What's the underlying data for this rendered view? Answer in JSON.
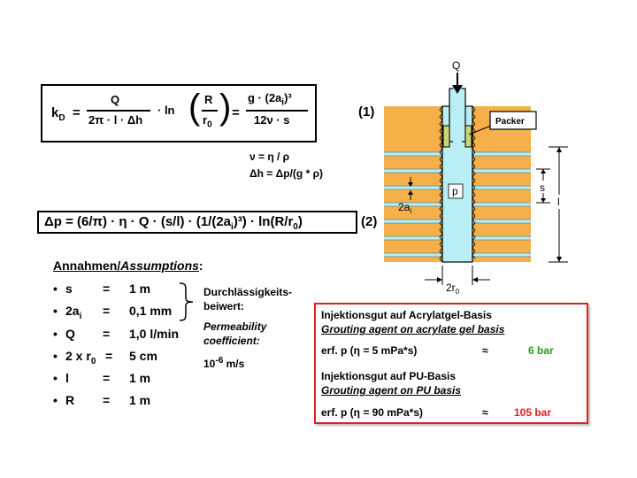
{
  "formula1": {
    "lhs": "k",
    "lhs_sub": "D",
    "eq1": "=",
    "num1": "Q",
    "den1": "2π · l · Δh",
    "ln_text": "· ln",
    "ln_num": "R",
    "ln_den": "r",
    "ln_den_sub": "0",
    "eq2": "=",
    "num2_a": "g · (2a",
    "num2_sub": "i",
    "num2_b": ")³",
    "den2": "12ν · s",
    "label": "(1)"
  },
  "relations": {
    "nu": "ν = η / ρ",
    "dh": "Δh = Δp/(g * ρ)"
  },
  "formula2": {
    "a": "Δp = (6/π) · η · Q · (s/l) · (1/(2a",
    "sub_i": "i",
    "b": ")³) · ln(R/r",
    "sub_0": "0",
    "c": ")",
    "label": "(2)"
  },
  "assumptions": {
    "heading_de": "Annahmen/",
    "heading_en": "Assumptions",
    "heading_colon": ":",
    "rows": [
      {
        "name": "s",
        "sub": "",
        "eq": "=",
        "value": "1 m"
      },
      {
        "name": "2a",
        "sub": "i",
        "eq": "=",
        "value": "0,1 mm"
      },
      {
        "name": "Q",
        "sub": "",
        "eq": "=",
        "value": "1,0 l/min"
      },
      {
        "name": "2 x r",
        "sub": "0",
        "eq": "=",
        "value": "5 cm"
      },
      {
        "name": "l",
        "sub": "",
        "eq": "=",
        "value": "1 m"
      },
      {
        "name": "R",
        "sub": "",
        "eq": "=",
        "value": "1 m"
      }
    ],
    "bullet": "•",
    "perm_de_1": "Durchlässigkeits-",
    "perm_de_2": "beiwert:",
    "perm_en_1": "Permeability",
    "perm_en_2": "coefficient:",
    "perm_value_base": "10",
    "perm_value_exp": "-6",
    "perm_value_unit": " m/s"
  },
  "grouting": {
    "acryl_de": "Injektionsgut auf Acrylatgel-Basis",
    "acryl_en": "Grouting agent on acrylate gel basis",
    "acryl_formula": "erf. p  (η =  5 mPa*s)",
    "acryl_approx": "≈",
    "acryl_value": "6 bar",
    "pu_de": "Injektionsgut auf PU-Basis",
    "pu_en": "Grouting agent on PU basis",
    "pu_formula": "erf. p  (η = 90 mPa*s)",
    "pu_approx": "≈",
    "pu_value": "105 bar",
    "acryl_color": "#2a9a1e",
    "pu_color": "#e02020"
  },
  "diagram": {
    "q_label": "Q",
    "packer_label": "Packer",
    "p_label": "p",
    "s_label": "s",
    "l_label": "l",
    "aperture_label": "2a",
    "aperture_sub": "i",
    "diameter_label": "2r",
    "diameter_sub": "0",
    "rock_color": "#f5b04a",
    "fracture_color": "#b8eef4",
    "packer_color": "#c8d870"
  }
}
